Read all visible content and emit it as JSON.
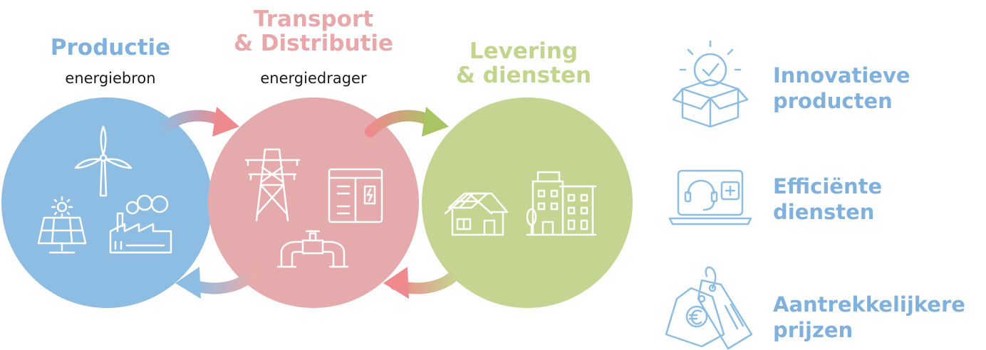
{
  "colors": {
    "production": "#8dbde2",
    "transport": "#e8abac",
    "delivery": "#c5d591",
    "benefit_text": "#7fb1dc",
    "icon_stroke": "#ffffff",
    "benefit_icon": "#8dbde2"
  },
  "stages": [
    {
      "title_lines": [
        "Productie"
      ],
      "subtitle": "energiebron",
      "icons": [
        "wind-turbine-icon",
        "sun-icon",
        "solar-panel-icon",
        "factory-icon"
      ]
    },
    {
      "title_lines": [
        "Transport",
        "& Distributie"
      ],
      "subtitle": "energiedrager",
      "icons": [
        "power-pylon-icon",
        "electrical-cabinet-icon",
        "gas-pipeline-icon"
      ]
    },
    {
      "title_lines": [
        "Levering",
        "& diensten"
      ],
      "subtitle": "",
      "icons": [
        "solar-house-icon",
        "apartment-buildings-icon"
      ]
    }
  ],
  "benefits": [
    {
      "lines": [
        "Innovatieve",
        "producten"
      ],
      "icon": "product-box-check-icon"
    },
    {
      "lines": [
        "Efficiënte",
        "diensten"
      ],
      "icon": "laptop-support-icon"
    },
    {
      "lines": [
        "Aantrekkelijkere",
        "prijzen"
      ],
      "icon": "euro-price-tag-icon"
    }
  ]
}
